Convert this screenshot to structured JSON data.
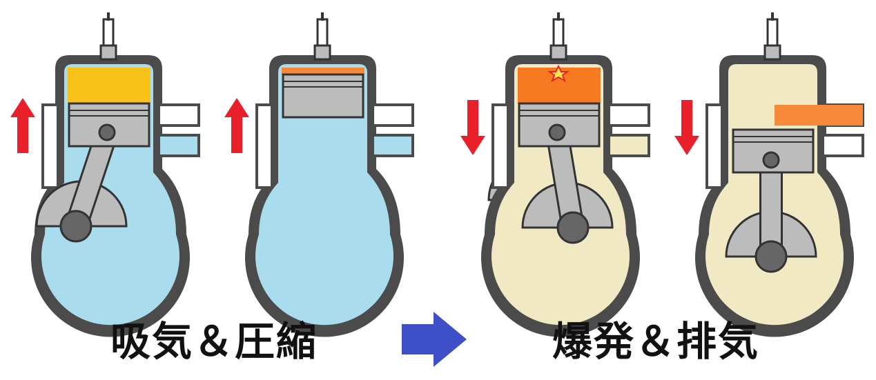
{
  "captions": {
    "left": "吸気＆圧縮",
    "right": "爆発＆排気"
  },
  "colors": {
    "fresh_mixture": "#a9dcec",
    "exhaust_gas": "#f1e8c4",
    "intake_charge": "#f9c21b",
    "compressed_charge": "#f7893b",
    "burning_charge": "#f77a22",
    "engine_block": "#4b4b4b",
    "metal_parts": "#bcbcbc",
    "motion_arrow": "#e8202a",
    "transition_arrow": "#3e4fc8",
    "spark": "#ffe24a"
  },
  "stages": [
    {
      "id": "intake",
      "piston_direction": "up",
      "upper_gas": "intake_charge",
      "crankcase_gas": "fresh_mixture"
    },
    {
      "id": "compression",
      "piston_direction": "up",
      "upper_gas": "compressed_charge",
      "crankcase_gas": "fresh_mixture"
    },
    {
      "id": "explosion",
      "piston_direction": "down",
      "upper_gas": "burning_charge",
      "crankcase_gas": "exhaust_gas"
    },
    {
      "id": "exhaust",
      "piston_direction": "down",
      "upper_gas": "exhaust_gas",
      "crankcase_gas": "exhaust_gas"
    }
  ],
  "icons": {
    "spark_plug": "spark-plug-icon",
    "direction_arrow": "arrow-icon",
    "transition": "right-arrow-icon",
    "spark": "spark-star-icon"
  }
}
